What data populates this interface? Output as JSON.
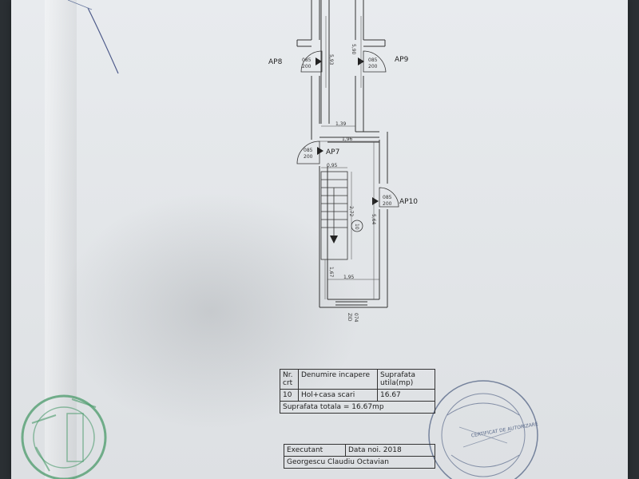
{
  "plan": {
    "apartments": [
      "AP8",
      "AP9",
      "AP7",
      "AP10"
    ],
    "door_label_top": "085",
    "door_label_bottom": "200",
    "dims": {
      "d1": "5,93",
      "d2": "5,90",
      "d3": "1,39",
      "d4": "1,96",
      "d5": "0,95",
      "d6": "2,72",
      "d7": "5,64",
      "d8": "1,67",
      "d9": "1,95",
      "d10": "ZID",
      "d11": "074"
    },
    "room_number": "10"
  },
  "table": {
    "headers": [
      "Nr. crt",
      "Denumire incapere",
      "Suprafata utila(mp)"
    ],
    "rows": [
      [
        "10",
        "Hol+casa scari",
        "16.67"
      ]
    ],
    "total": "Suprafata totala = 16.67mp"
  },
  "executant": {
    "label": "Executant",
    "date": "Data noi. 2018",
    "name": "Georgescu Claudiu Octavian"
  },
  "stamp": {
    "text": "CERTIFICAT DE AUTORIZARE"
  },
  "colors": {
    "paper": "#e5e8eb",
    "ink": "#222222",
    "stamp_blue": "#5a6a8a",
    "stamp_green": "#4a9a6a"
  }
}
